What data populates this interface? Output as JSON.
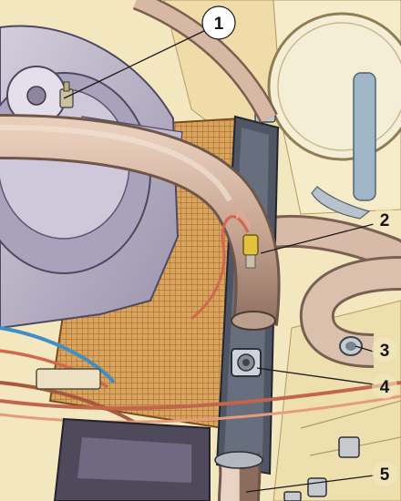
{
  "illustration": {
    "callouts": [
      {
        "id": "callout-1",
        "label": "1"
      },
      {
        "id": "callout-2",
        "label": "2"
      },
      {
        "id": "callout-3",
        "label": "3"
      },
      {
        "id": "callout-4",
        "label": "4"
      },
      {
        "id": "callout-5",
        "label": "5"
      }
    ],
    "colors": {
      "background": "#f3e7bf",
      "shroud": "#bdb5c9",
      "radiator_core": "#d9a45e",
      "radiator_tank": "#4f5563",
      "hose": "#c7a692",
      "coolant_hose": "#d7c2a8",
      "red_wire": "#d2674f",
      "blue_wire": "#3f8fc4",
      "sensor": "#e2c23c"
    }
  }
}
